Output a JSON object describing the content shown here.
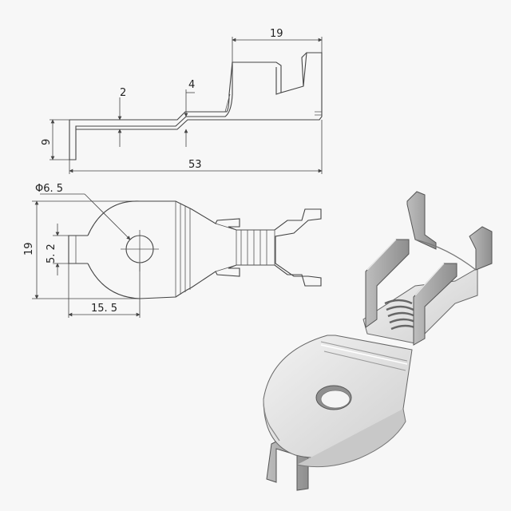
{
  "side_view": {
    "dims": {
      "overall_length": "53",
      "barrel_length": "19",
      "height": "9",
      "thickness": "2",
      "step": "4"
    }
  },
  "top_view": {
    "dims": {
      "hole_diameter": "Φ6. 5",
      "width": "19",
      "tab_width": "5. 2",
      "hole_offset": "15. 5"
    }
  },
  "iso_view": {}
}
